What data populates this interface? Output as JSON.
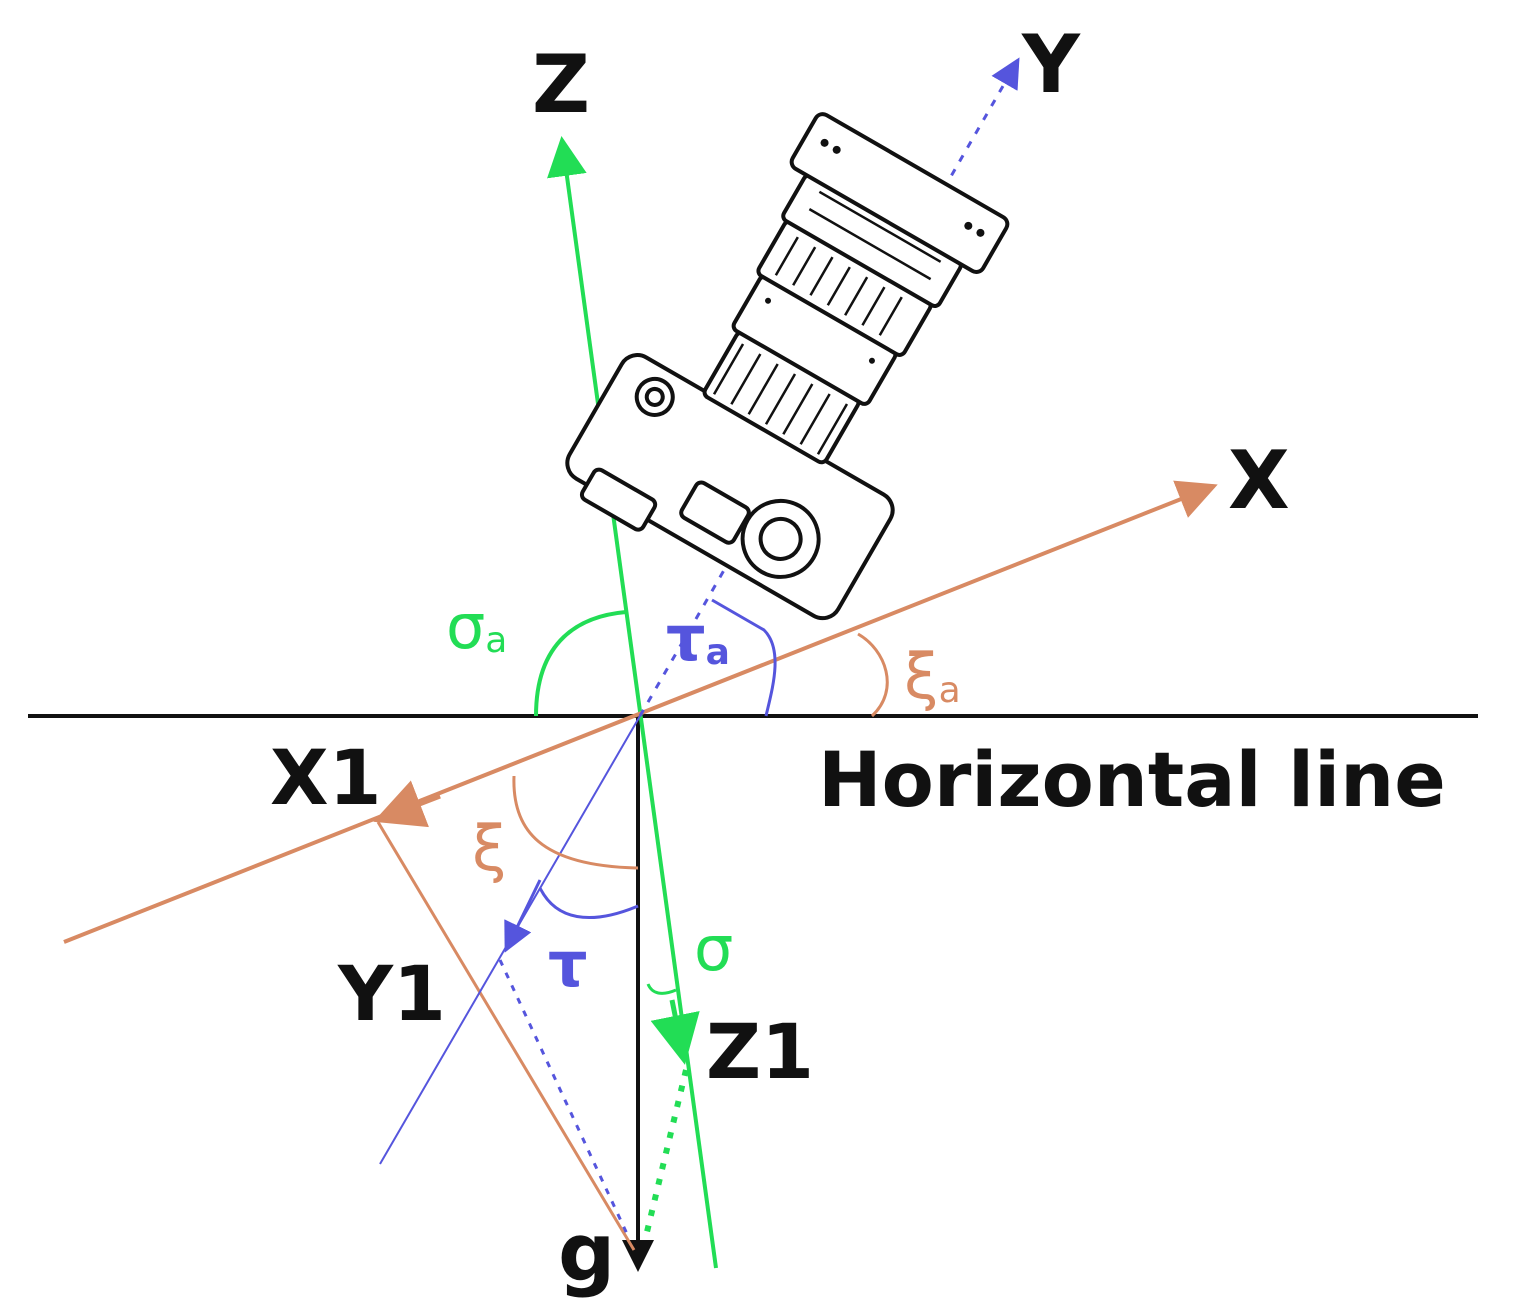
{
  "colors": {
    "green": "#22dd55",
    "blue": "#5555dd",
    "orange": "#d88a63",
    "black": "#111111"
  },
  "labels": {
    "z": "Z",
    "y": "Y",
    "x": "X",
    "x1": "X1",
    "y1": "Y1",
    "z1": "Z1",
    "g": "g",
    "horizontal": "Horizontal line"
  },
  "angles": {
    "sigma_a": {
      "sym": "σ",
      "sub": "a"
    },
    "tau_a": {
      "sym": "τ",
      "sub": "a"
    },
    "xi_a": {
      "sym": "ξ",
      "sub": "a"
    },
    "xi": "ξ",
    "tau": "τ",
    "sigma": "σ"
  },
  "icons": {
    "camera": "camera-icon"
  }
}
